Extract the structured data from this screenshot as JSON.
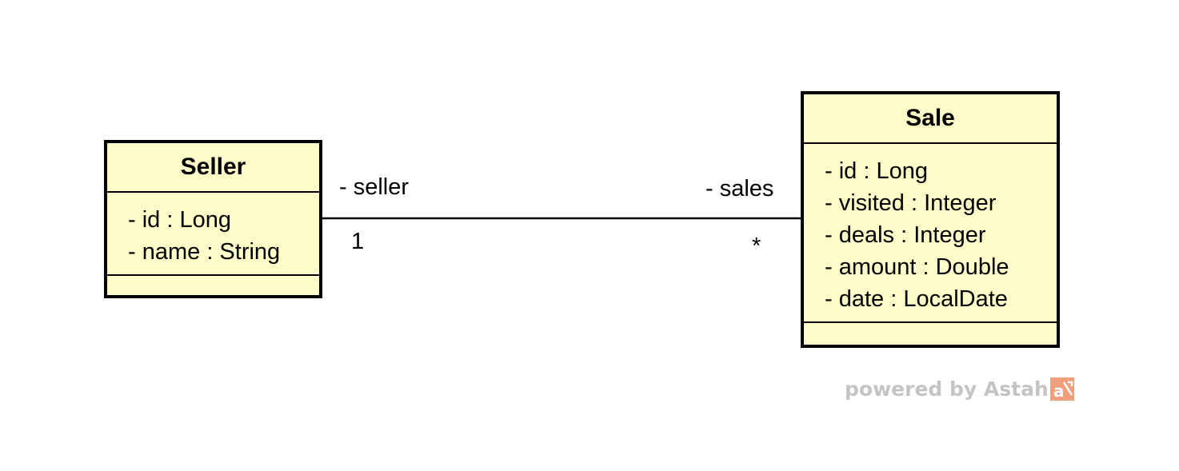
{
  "diagram": {
    "classes": [
      {
        "name": "Seller",
        "attributes": [
          "- id : Long",
          "- name : String"
        ]
      },
      {
        "name": "Sale",
        "attributes": [
          "- id : Long",
          "- visited : Integer",
          "- deals : Integer",
          "- amount : Double",
          "- date : LocalDate"
        ]
      }
    ],
    "association": {
      "seller_end_role": "- seller",
      "seller_end_multiplicity": "1",
      "sale_end_role": "- sales",
      "sale_end_multiplicity": "*"
    },
    "colors": {
      "class_fill": "#fefdc9",
      "border": "#000000",
      "watermark_text": "#c4c4c4",
      "watermark_logo": "#f0a07c"
    }
  },
  "watermark": {
    "text": "powered by Astah",
    "logo_icon": "astah-logo-icon"
  }
}
